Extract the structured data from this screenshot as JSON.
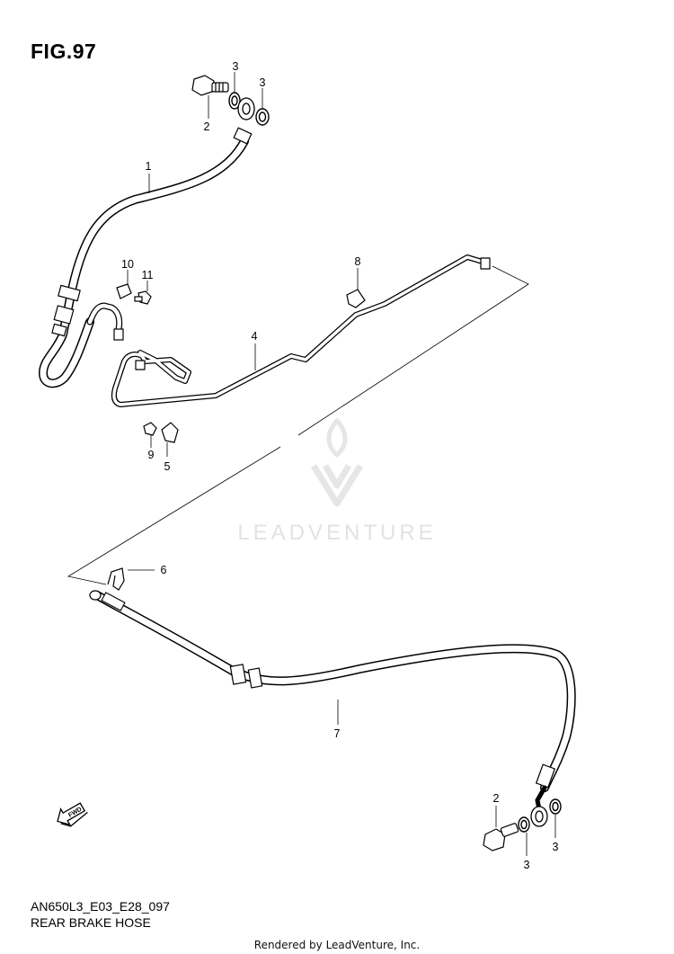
{
  "figure": {
    "title": "FIG.97",
    "model_code": "AN650L3_E03_E28_097",
    "part_group": "REAR BRAKE HOSE"
  },
  "watermark": {
    "text": "LEADVENTURE"
  },
  "footer": {
    "text": "Rendered by LeadVenture, Inc."
  },
  "direction_marker": {
    "label": "FWD",
    "icon": "fwd-arrow-icon"
  },
  "callouts": {
    "c1": "1",
    "c2_top": "2",
    "c3_top_a": "3",
    "c3_top_b": "3",
    "c4": "4",
    "c5": "5",
    "c6": "6",
    "c7": "7",
    "c8": "8",
    "c9": "9",
    "c10": "10",
    "c11": "11",
    "c2_bottom": "2",
    "c3_bottom_a": "3",
    "c3_bottom_b": "3"
  },
  "colors": {
    "line": "#000000",
    "watermark": "#e2e2e2",
    "background": "#ffffff"
  }
}
